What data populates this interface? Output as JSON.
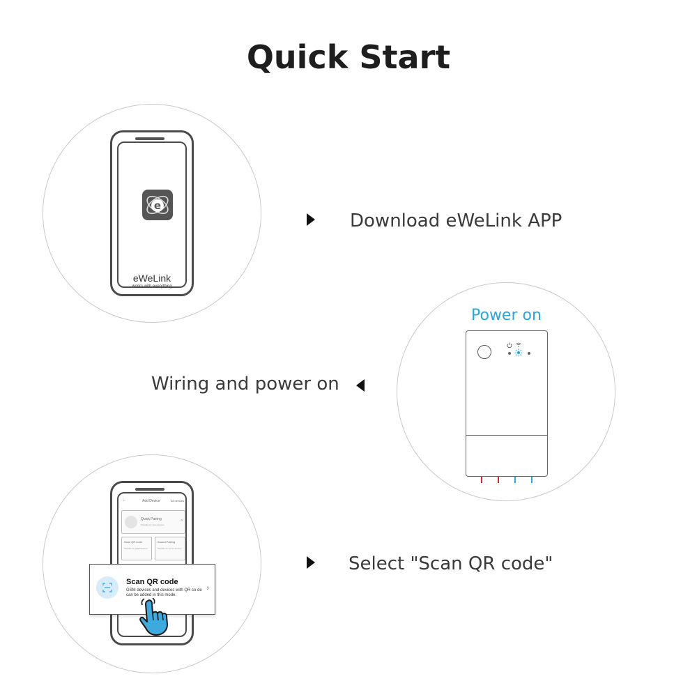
{
  "title": "Quick Start",
  "steps": [
    {
      "text": "Download eWeLink APP"
    },
    {
      "text": "Wiring and power on"
    },
    {
      "text": "Select \"Scan QR code\""
    }
  ],
  "step1_phone": {
    "app_name": "eWeLink",
    "app_tagline": "works with everything",
    "icon_letter": "e"
  },
  "step2_device": {
    "power_label": "Power on",
    "accent_color": "#2aa6e0"
  },
  "step3_phone": {
    "header_title": "Add Device",
    "header_right": "All devices",
    "quick_pairing": "Quick Pairing",
    "quick_pairing_desc": "Suitable for most devices",
    "scan_qr_small": "Scan QR code",
    "scan_qr_small_desc": "Suitable for GSM devices",
    "sound_pairing": "Sound Pairing",
    "sound_pairing_desc": "Suitable for some devices",
    "scan_card_title": "Scan QR code",
    "scan_card_desc": "GSM devices and devices with QR co de can be added in this mode."
  }
}
